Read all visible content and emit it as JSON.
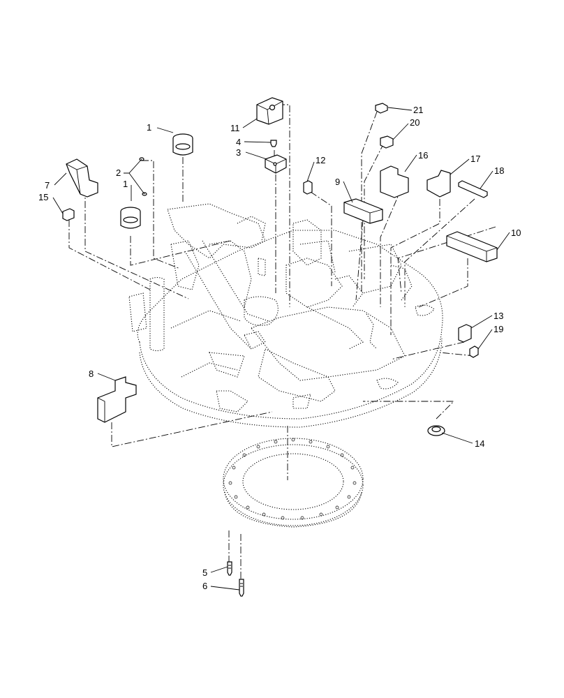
{
  "callouts": [
    "1",
    "1",
    "2",
    "3",
    "4",
    "5",
    "6",
    "7",
    "8",
    "9",
    "10",
    "11",
    "12",
    "13",
    "14",
    "15",
    "16",
    "17",
    "18",
    "19",
    "20",
    "21"
  ]
}
